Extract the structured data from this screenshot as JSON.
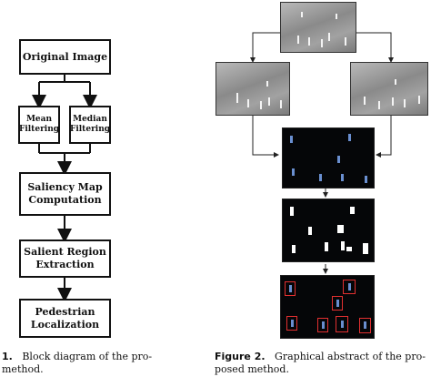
{
  "figure1": {
    "blocks": {
      "original": "Original Image",
      "mean_line1": "Mean",
      "mean_line2": "Filtering",
      "median_line1": "Median",
      "median_line2": "Filtering",
      "saliency_line1": "Saliency Map",
      "saliency_line2": "Computation",
      "salient_line1": "Salient Region",
      "salient_line2": "Extraction",
      "pedestrian_line1": "Pedestrian",
      "pedestrian_line2": "Localization"
    },
    "caption_label": "1.",
    "caption_line1": "Block diagram of the pro-",
    "caption_line2": "method."
  },
  "figure2": {
    "caption_label": "Figure 2.",
    "caption_line1": "Graphical abstract of the pro-",
    "caption_line2": "posed method."
  }
}
